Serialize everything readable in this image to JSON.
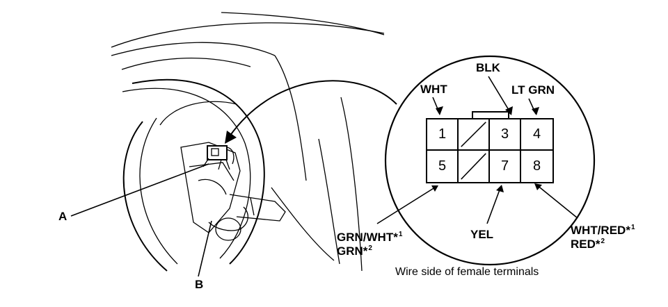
{
  "callouts": {
    "a": "A",
    "b": "B"
  },
  "connector": {
    "terminals_row1": [
      "1",
      "",
      "3",
      "4"
    ],
    "terminals_row2": [
      "5",
      "",
      "7",
      "8"
    ],
    "wires": {
      "t1": "WHT",
      "t3": "BLK",
      "t4": "LT GRN",
      "t5_line1": "GRN/WHT*",
      "t5_line1_note": "1",
      "t5_line2": "GRN*",
      "t5_line2_note": "2",
      "t7": "YEL",
      "t8_line1": "WHT/RED*",
      "t8_line1_note": "1",
      "t8_line2": "RED*",
      "t8_line2_note": "2"
    },
    "caption": "Wire side of female terminals"
  }
}
